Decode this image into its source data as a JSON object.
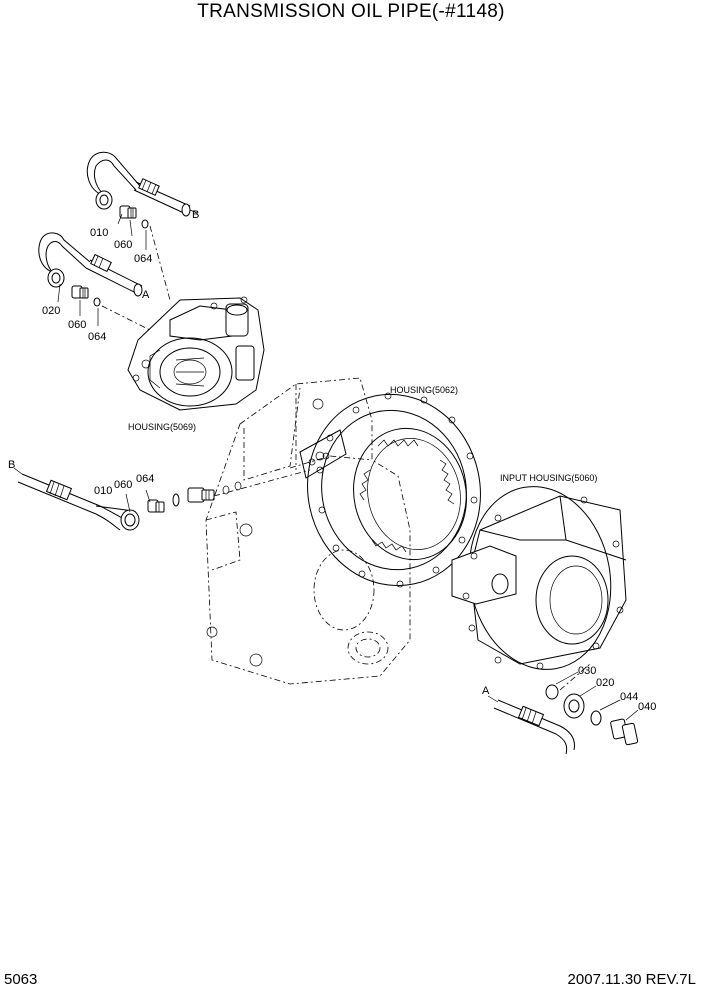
{
  "title": "TRANSMISSION OIL PIPE(-#1148)",
  "page_number": "5063",
  "revision": "2007.11.30  REV.7L",
  "parts": {
    "p010_top": "010",
    "p060_top": "060",
    "p064_top": "064",
    "ref_b_top": "B",
    "p020_mid": "020",
    "p060_mid": "060",
    "p064_mid": "064",
    "ref_a_mid": "A",
    "ref_b_left": "B",
    "p010_left": "010",
    "p060_left": "060",
    "p064_left": "064",
    "ref_a_right": "A",
    "p030_right": "030",
    "p020_right": "020",
    "p044_right": "044",
    "p040_right": "040"
  },
  "housings": {
    "h5069": "HOUSING(5069)",
    "h5062": "HOUSING(5062)",
    "h5060": "INPUT HOUSING(5060)"
  }
}
